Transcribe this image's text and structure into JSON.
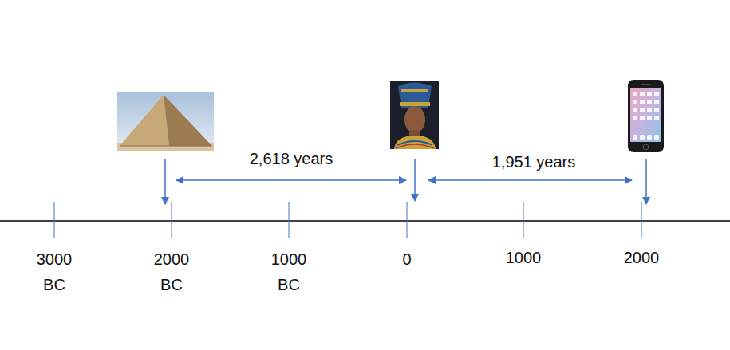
{
  "diagram": {
    "labels": [
      "2,618 years",
      "1,951 years",
      "3000 BC",
      "2000 BC",
      "1000 BC",
      "0",
      "1000",
      "2000"
    ]
  }
}
